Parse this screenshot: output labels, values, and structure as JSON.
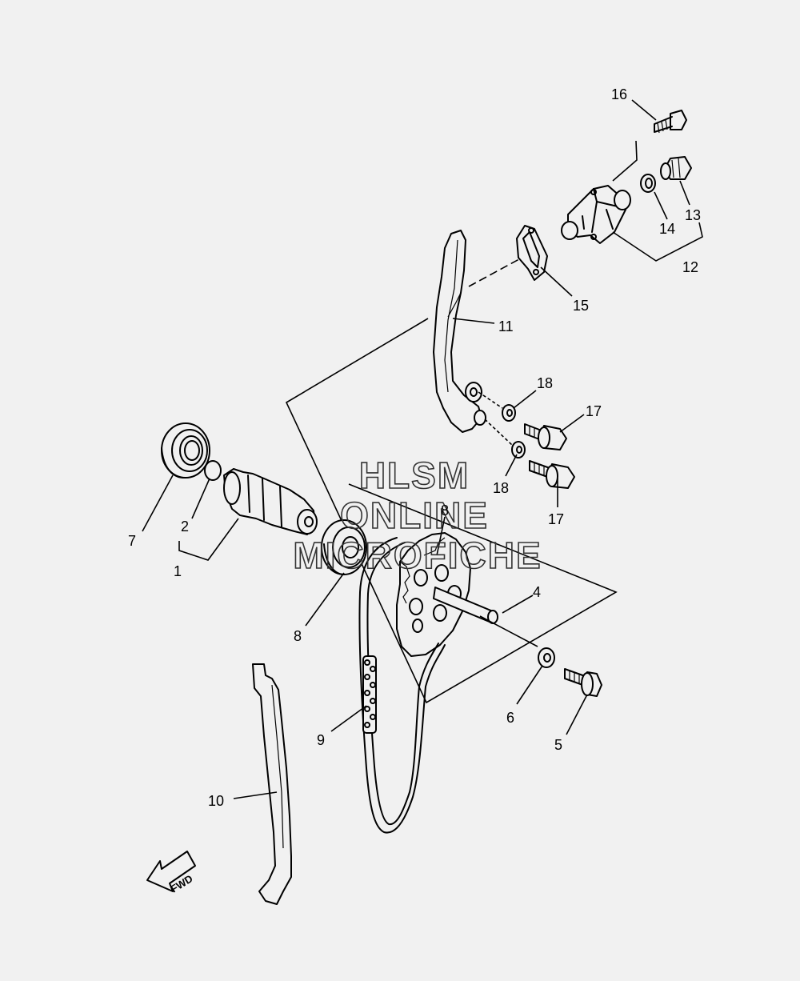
{
  "callouts": {
    "c1": "1",
    "c2": "2",
    "c4": "4",
    "c5": "5",
    "c6": "6",
    "c7": "7",
    "c8a": "8",
    "c8b": "8",
    "c9": "9",
    "c10": "10",
    "c11": "11",
    "c12": "12",
    "c13": "13",
    "c14": "14",
    "c15": "15",
    "c16": "16",
    "c17a": "17",
    "c17b": "17",
    "c18a": "18",
    "c18b": "18"
  },
  "watermark": {
    "line1": "HLSM",
    "line2": "ONLINE",
    "line3": "MICROFICHE"
  },
  "direction_marker": {
    "label": "FWD"
  }
}
